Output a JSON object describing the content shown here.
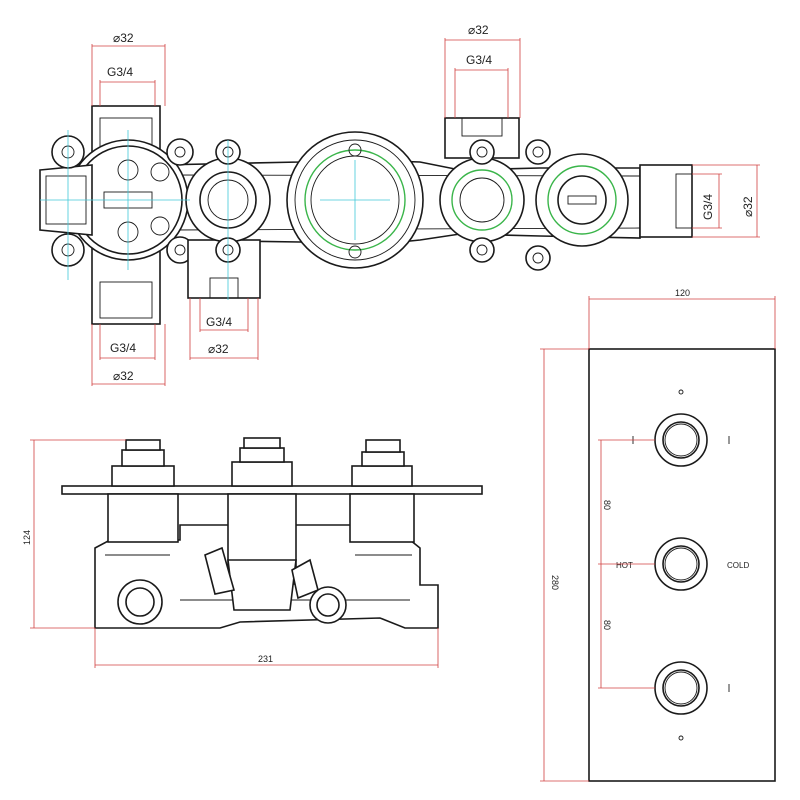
{
  "top_view": {
    "dims": {
      "left_top_dia": "⌀32",
      "left_top_thread": "G3/4",
      "right_top_dia": "⌀32",
      "right_top_thread": "G3/4",
      "right_side_thread": "G3/4",
      "right_side_dia": "⌀32",
      "bottom_mid_thread": "G3/4",
      "bottom_mid_dia": "⌀32",
      "bottom_left_thread": "G3/4",
      "bottom_left_dia": "⌀32"
    }
  },
  "side_view": {
    "dims": {
      "height": "124",
      "width": "231"
    }
  },
  "faceplate": {
    "dims": {
      "width": "120",
      "height": "280",
      "spacing_upper": "80",
      "spacing_lower": "80"
    },
    "labels": {
      "hot": "HOT",
      "cold": "COLD"
    },
    "colors": {
      "outline": "#1a1a1a",
      "dimension_lines": "#d04040",
      "centerlines": "#40c8d8",
      "inner_rings": "#3ab54a"
    }
  }
}
